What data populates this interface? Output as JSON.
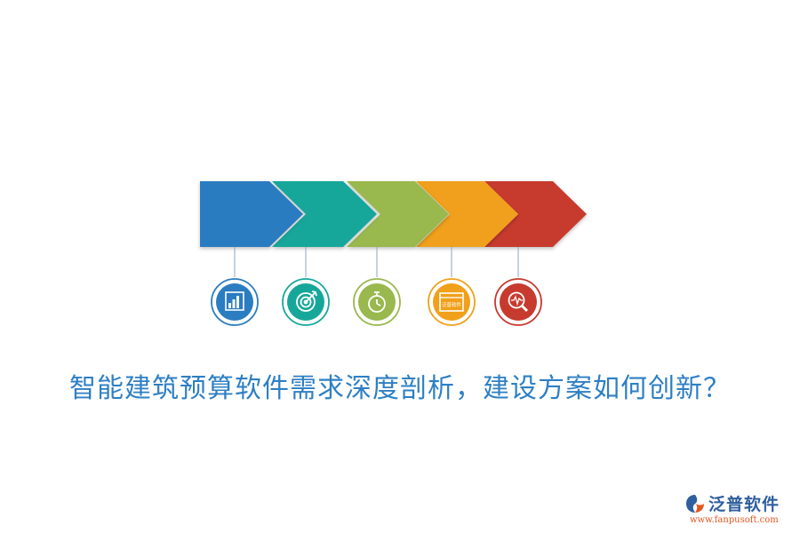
{
  "title": "智能建筑预算软件需求深度剖析，建设方案如何创新？",
  "colors": {
    "blue": "#2b7cc0",
    "teal": "#17a79a",
    "green": "#99b84e",
    "orange": "#f0a01a",
    "red": "#c73a2e",
    "connector": "#8ea6c4"
  },
  "steps": [
    {
      "color": "#2b7cc0",
      "icon": "bar-chart-icon"
    },
    {
      "color": "#17a79a",
      "icon": "target-icon"
    },
    {
      "color": "#99b84e",
      "icon": "stopwatch-icon"
    },
    {
      "color": "#f0a01a",
      "icon": "software-card-icon",
      "icon_text": "泛普软件"
    },
    {
      "color": "#c73a2e",
      "icon": "search-pulse-icon"
    }
  ],
  "logo": {
    "name": "泛普软件",
    "url": "www.fanpusoft.com",
    "icon": "fanpu-logo-icon"
  }
}
